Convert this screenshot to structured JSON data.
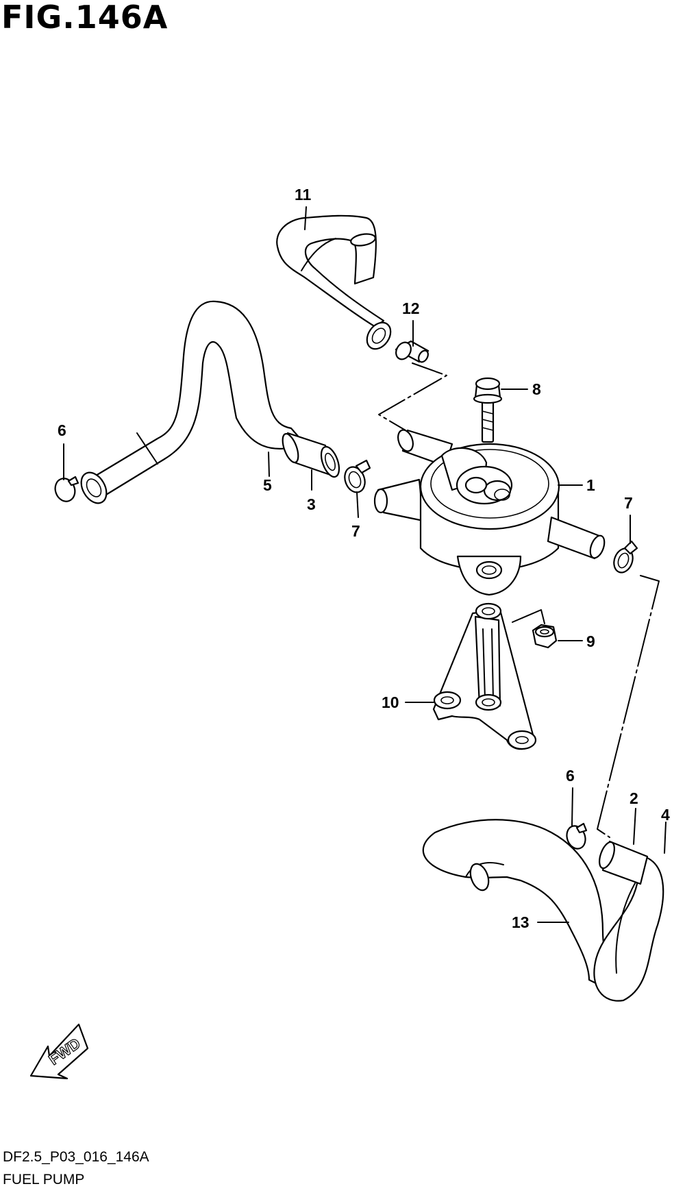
{
  "figure": {
    "title": "FIG.146A",
    "code": "DF2.5_P03_016_146A",
    "name": "FUEL PUMP"
  },
  "callouts": {
    "c1": "1",
    "c2": "2",
    "c3": "3",
    "c4": "4",
    "c5": "5",
    "c6a": "6",
    "c6b": "6",
    "c7a": "7",
    "c7b": "7",
    "c8": "8",
    "c9": "9",
    "c10": "10",
    "c11": "11",
    "c12": "12",
    "c13": "13"
  },
  "fwd_label": "FWD"
}
